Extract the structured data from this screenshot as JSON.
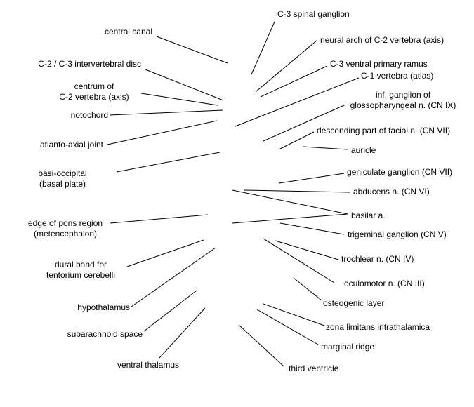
{
  "labels": {
    "central_canal": "central canal",
    "c2_c3_disc": "C-2 / C-3 intervertebral disc",
    "centrum_c2_l1": "centrum of",
    "centrum_c2_l2": "C-2 vertebra (axis)",
    "notochord": "notochord",
    "atlanto_axial": "atlanto-axial joint",
    "basi_occipital_l1": "basi-occipital",
    "basi_occipital_l2": "(basal plate)",
    "pons_edge_l1": "edge of pons region",
    "pons_edge_l2": "(metencephalon)",
    "dural_band_l1": "dural band for",
    "dural_band_l2": "tentorium cerebelli",
    "hypothalamus": "hypothalamus",
    "subarachnoid": "subarachnoid space",
    "ventral_thalamus": "ventral thalamus",
    "c3_ganglion": "C-3 spinal ganglion",
    "neural_arch": "neural arch of C-2 vertebra (axis)",
    "c3_ramus": "C-3 ventral primary ramus",
    "c1_atlas": "C-1 vertebra (atlas)",
    "inf_ganglion_l1": "inf. ganglion of",
    "inf_ganglion_l2": "glossopharyngeal n. (CN IX)",
    "facial_desc": "descending part of facial n. (CN VII)",
    "auricle": "auricle",
    "geniculate": "geniculate ganglion (CN VII)",
    "abducens": "abducens n. (CN VI)",
    "basilar": "basilar a.",
    "trigeminal": "trigeminal ganglion (CN V)",
    "trochlear": "trochlear n. (CN IV)",
    "oculomotor": "oculomotor n. (CN III)",
    "osteogenic": "osteogenic layer",
    "zona": "zona limitans intrathalamica",
    "marginal": "marginal ridge",
    "third_ventricle": "third ventricle"
  },
  "colors": {
    "text": "#000000",
    "line": "#000000",
    "background": "#ffffff"
  }
}
